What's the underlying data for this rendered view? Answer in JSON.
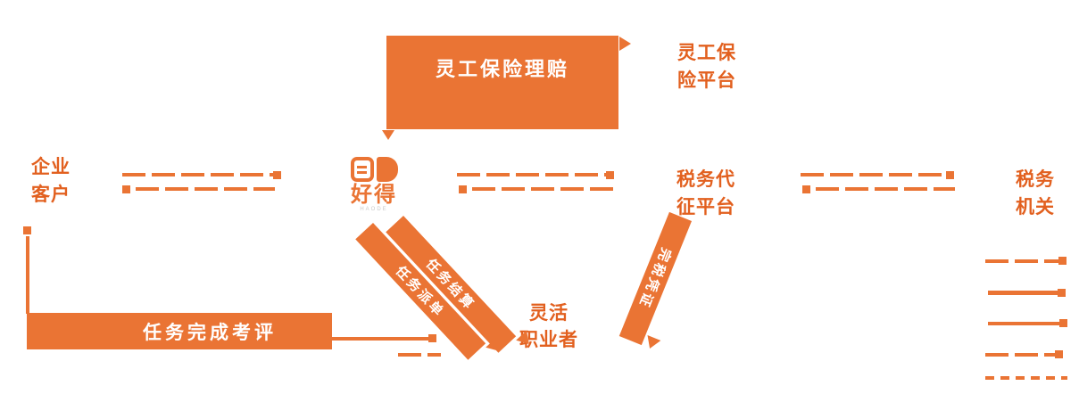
{
  "colors": {
    "primary": "#ea7434",
    "label": "#e2601f"
  },
  "nodes": {
    "insurance_box": {
      "label": "灵工保险理赔"
    },
    "insurance_platform": {
      "line1": "灵工保",
      "line2": "险平台"
    },
    "enterprise": {
      "line1": "企业",
      "line2": "客户"
    },
    "brand": {
      "name": "好得",
      "sub": "HAODE"
    },
    "tax_agency": {
      "line1": "税务代",
      "line2": "征平台"
    },
    "tax_authority": {
      "line1": "税务",
      "line2": "机关"
    },
    "workers": {
      "line1": "灵活",
      "line2": "职业者"
    },
    "evaluation": {
      "label": "任务完成考评"
    }
  },
  "ribbons": {
    "task_dispatch": "任务派单",
    "task_settlement": "任务结算",
    "tax_receipt": "完税凭证"
  }
}
